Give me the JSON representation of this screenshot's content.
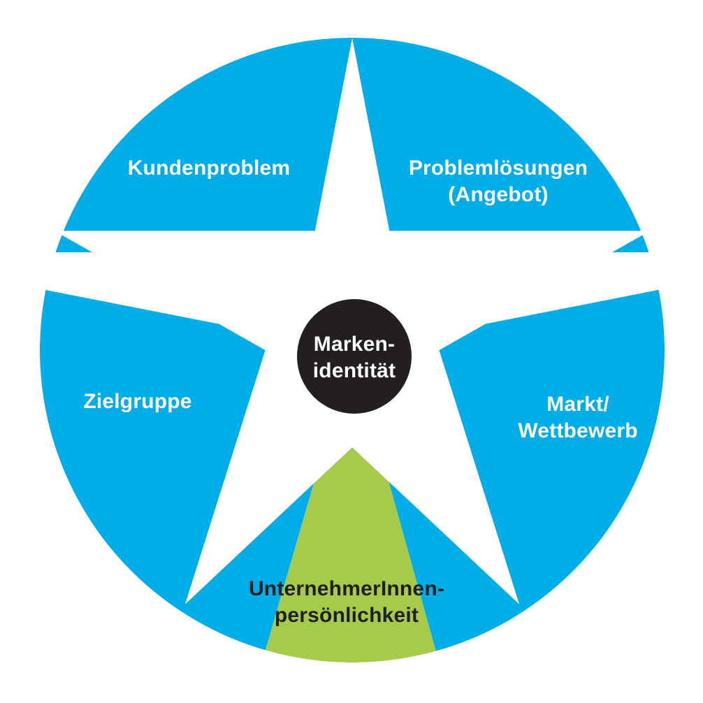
{
  "diagram": {
    "title": "Markenidentität Stern-Diagramm",
    "background_color": "#ffffff",
    "colors": {
      "blue": "#00ADE8",
      "green": "#A6CB4A",
      "dark": "#231F20",
      "white": "#FFFFFF"
    },
    "center": {
      "name": "brand-identity",
      "line1": "Marken-",
      "line2": "identität",
      "fill": "#231F20",
      "text_color": "#FFFFFF"
    },
    "segments": [
      {
        "name": "kundenproblem",
        "line1": "Kundenproblem",
        "line2": "",
        "fill": "#00ADE8",
        "text_color": "#FFFFFF"
      },
      {
        "name": "problemloesungen",
        "line1": "Problemlösungen",
        "line2": "(Angebot)",
        "fill": "#00ADE8",
        "text_color": "#FFFFFF"
      },
      {
        "name": "markt-wettbewerb",
        "line1": "Markt/",
        "line2": "Wettbewerb",
        "fill": "#00ADE8",
        "text_color": "#FFFFFF"
      },
      {
        "name": "unternehmerinnen-persoenlichkeit",
        "line1": "UnternehmerInnen-",
        "line2": "persönlichkeit",
        "fill": "#A6CB4A",
        "text_color": "#231F20"
      },
      {
        "name": "zielgruppe",
        "line1": "Zielgruppe",
        "line2": "",
        "fill": "#00ADE8",
        "text_color": "#FFFFFF"
      }
    ]
  }
}
